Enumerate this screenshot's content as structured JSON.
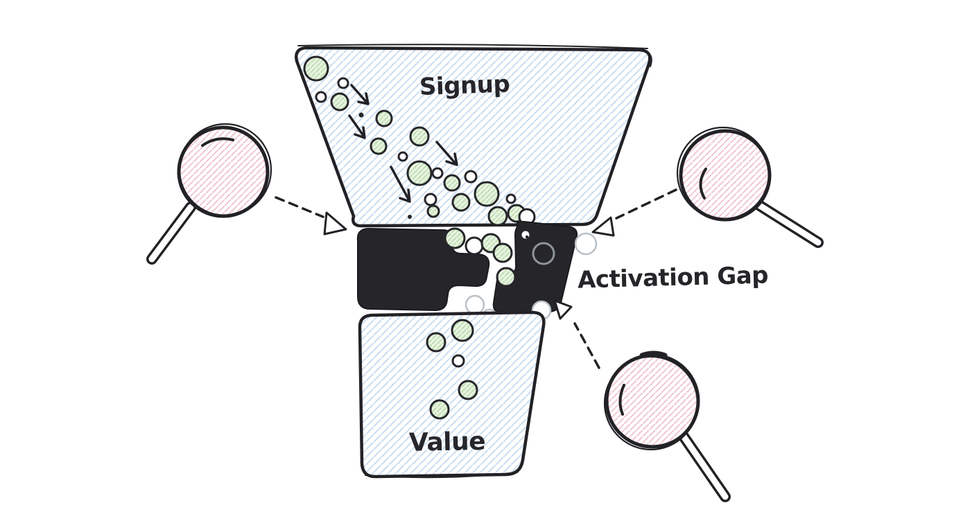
{
  "meta": {
    "title": "Activation gap funnel sketch"
  },
  "diagram": {
    "funnel_label": "Signup",
    "gap_label": "Activation Gap",
    "value_label": "Value"
  },
  "icons": {
    "left_magnifier": "magnifying-glass",
    "top_right_magnifier": "magnifying-glass",
    "bottom_right_magnifier": "magnifying-glass",
    "flow_arrows": "down-right-arrow",
    "annotation_arrows": "dashed-arrow"
  },
  "colors": {
    "background": "#ffffff",
    "ink": "#222226",
    "blockage": "#26262a",
    "hatch_blue": "#cddff1",
    "hatch_green": "#bfdfb2",
    "bubble_green_bg": "#e9f4e2",
    "hatch_pink": "#f2c9d4",
    "faint_gray": "#b9c0c6"
  }
}
